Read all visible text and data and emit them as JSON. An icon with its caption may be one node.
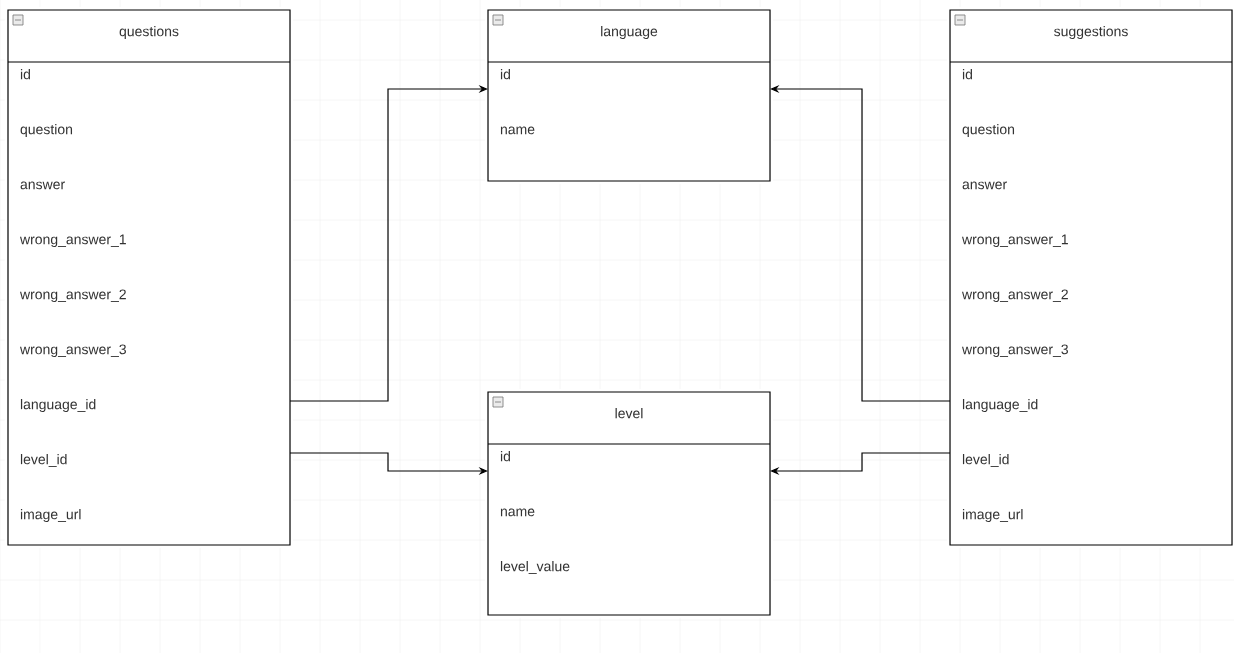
{
  "diagram": {
    "nodes": [
      {
        "text": [
          "questions",
          "id",
          "question",
          "answer",
          "wrong_answer_1",
          "wrong_answer_2",
          "wrong_answer_3",
          "language_id",
          "level_id",
          "image_url"
        ]
      },
      {
        "text": [
          "language",
          "id",
          "name"
        ]
      },
      {
        "text": [
          "level",
          "id",
          "name",
          "level_value"
        ]
      },
      {
        "text": [
          "suggestions",
          "id",
          "question",
          "answer",
          "wrong_answer_1",
          "wrong_answer_2",
          "wrong_answer_3",
          "language_id",
          "level_id",
          "image_url"
        ]
      }
    ],
    "edges": [
      {
        "from": 0,
        "to": 1,
        "arrow": "to"
      },
      {
        "from": 0,
        "to": 2,
        "arrow": "to"
      },
      {
        "from": 3,
        "to": 1,
        "arrow": "to"
      },
      {
        "from": 3,
        "to": 2,
        "arrow": "to"
      }
    ]
  }
}
